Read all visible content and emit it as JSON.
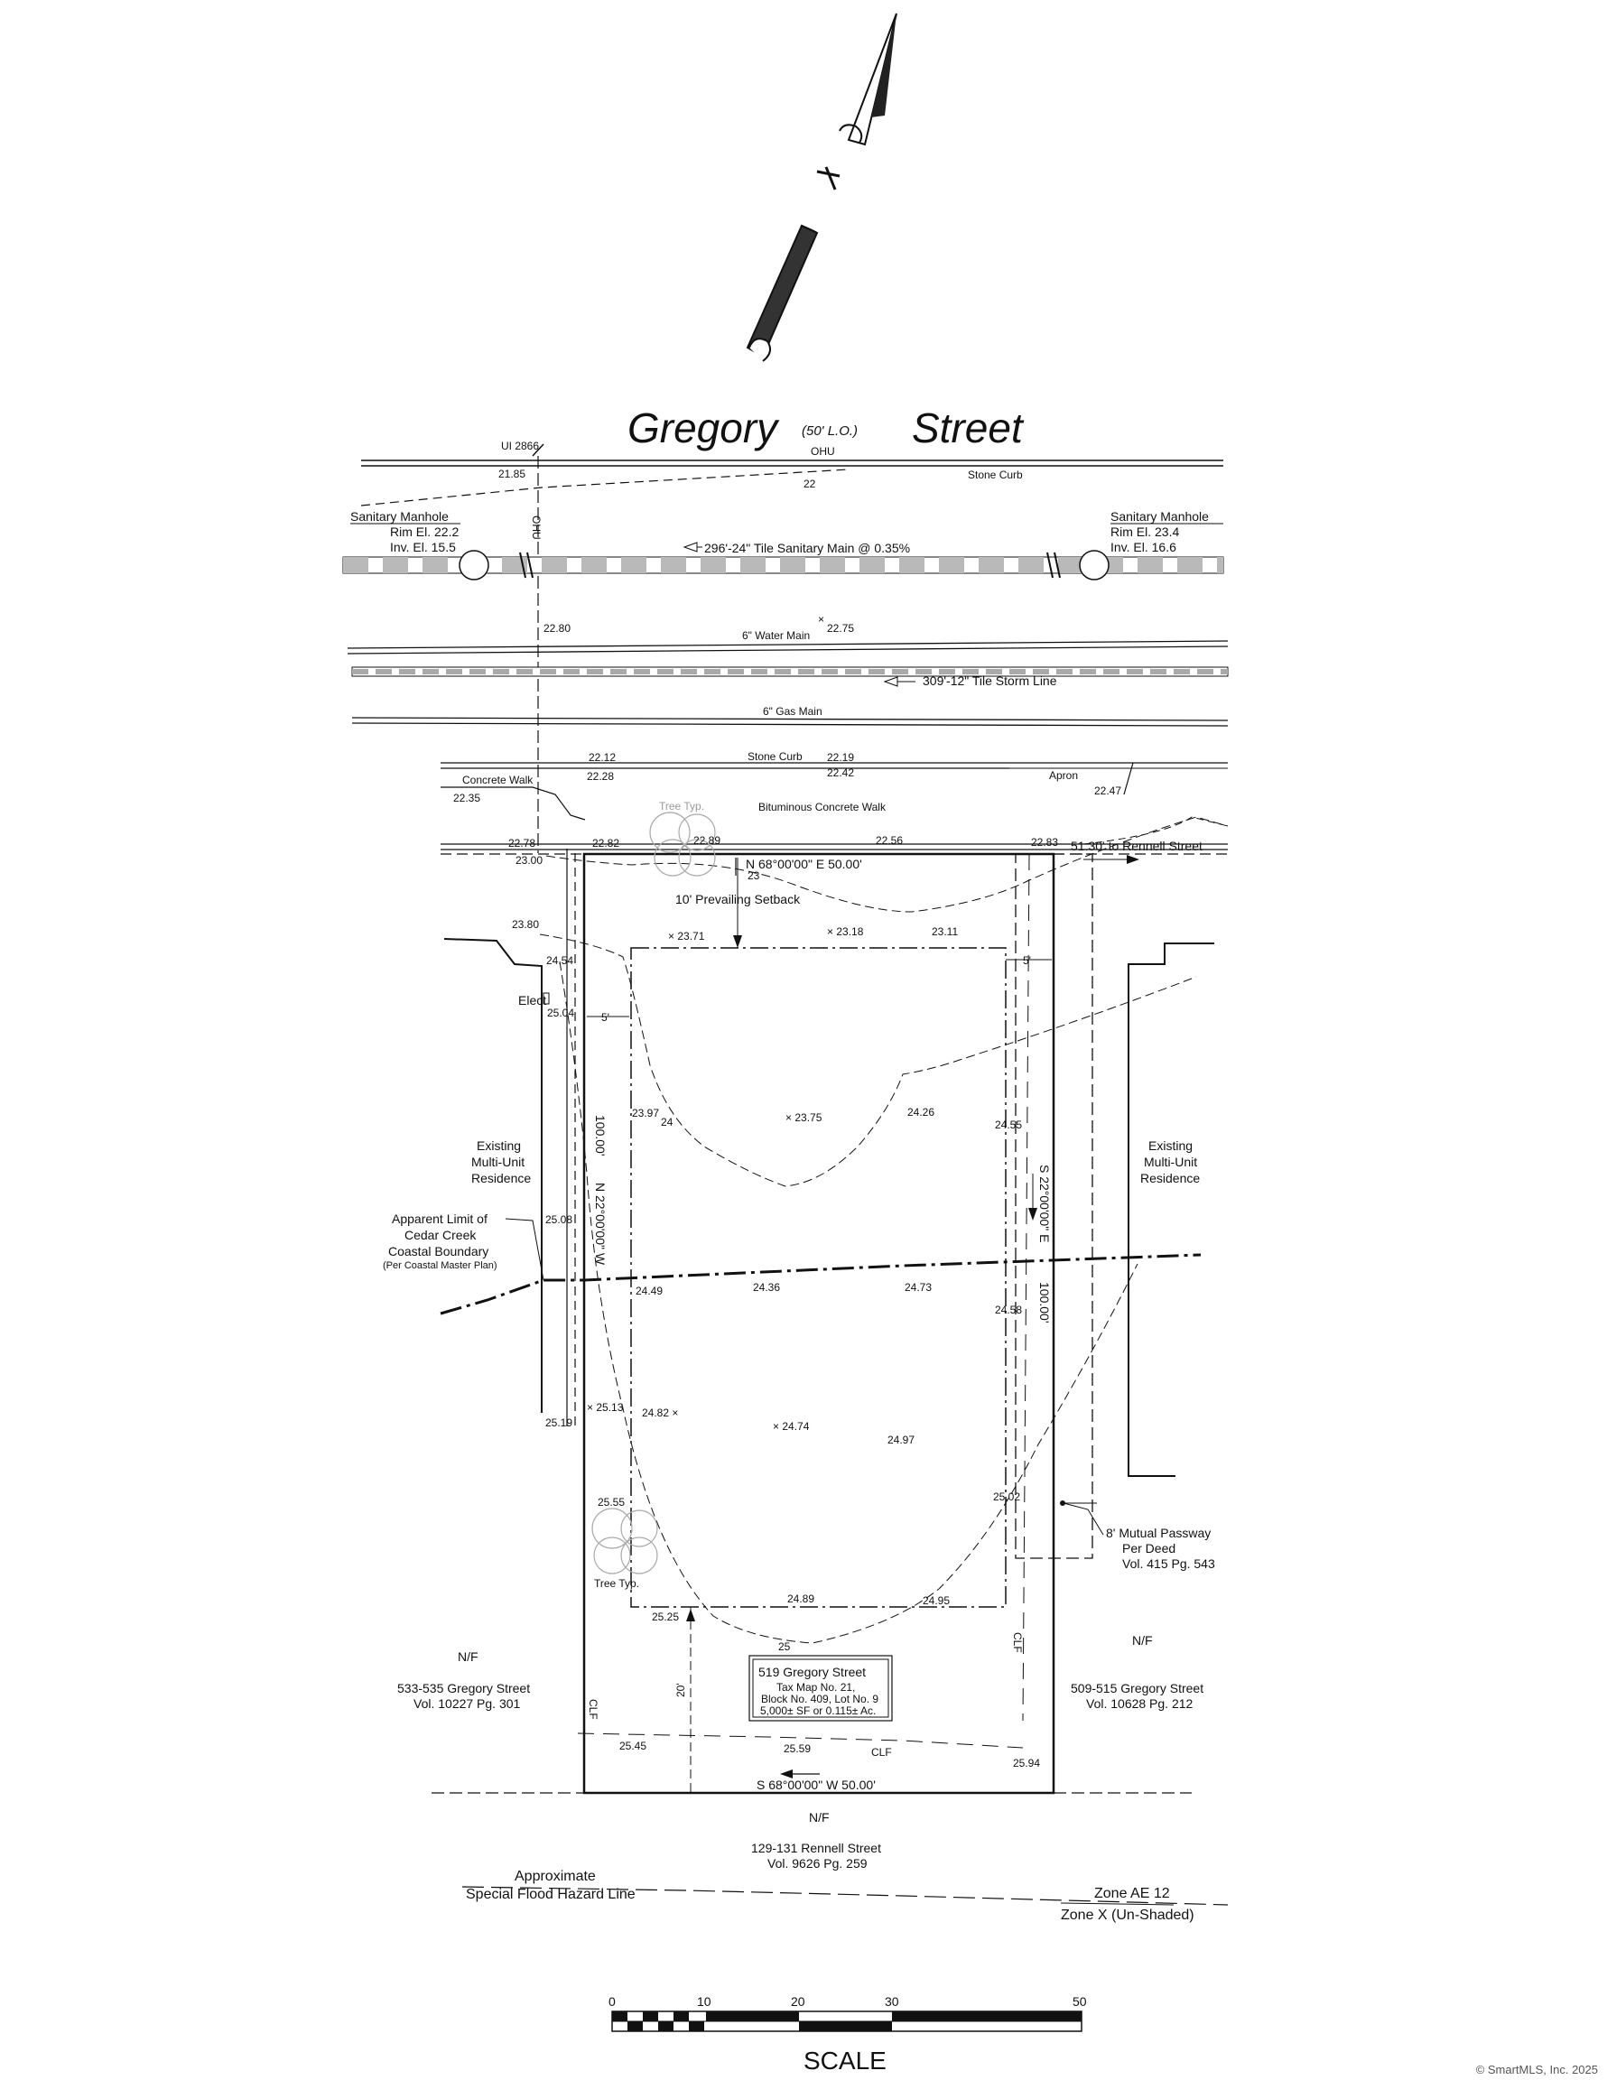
{
  "street": {
    "name_left": "Gregory",
    "width": "(50' L.O.)",
    "name_right": "Street"
  },
  "utilities": {
    "pole": "UI 2866",
    "ohu": "OHU",
    "ohu_vertical": "OHU",
    "stone_curb_top": "Stone Curb",
    "contour_22": "22",
    "sanitary_left": {
      "title": "Sanitary Manhole",
      "rim": "Rim El. 22.2",
      "inv": "Inv. El. 15.5"
    },
    "sanitary_right": {
      "title": "Sanitary Manhole",
      "rim": "Rim El. 23.4",
      "inv": "Inv. El. 16.6"
    },
    "sanitary_main": "296'-24\" Tile Sanitary Main @ 0.35%",
    "water_main": "6\" Water Main",
    "storm_line": "309'-12\" Tile Storm Line",
    "gas_main": "6\" Gas Main",
    "stone_curb": "Stone Curb",
    "apron": "Apron",
    "concrete_walk": "Concrete Walk",
    "bituminous_walk": "Bituminous Concrete Walk"
  },
  "elevations": {
    "e2185": "21.85",
    "e2280": "22.80",
    "e2275": "22.75",
    "e2212": "22.12",
    "e2219": "22.19",
    "e2228": "22.28",
    "e2242": "22.42",
    "e2235": "22.35",
    "e2247": "22.47",
    "e2278": "22.78",
    "e2282": "22.82",
    "e2289": "22.89",
    "e2256": "22.56",
    "e2283": "22.83",
    "e2300": "23.00",
    "e2380": "23.80",
    "e2454": "24.54",
    "e2504": "25.04",
    "e2371": "× 23.71",
    "e2318": "× 23.18",
    "e2311": "23.11",
    "e2397": "23.97",
    "e2375": "× 23.75",
    "e2426": "24.26",
    "e2455": "24.55",
    "e2508": "25.08",
    "e2449": "24.49",
    "e2436": "24.36",
    "e2473": "24.73",
    "e2458": "24.58",
    "e2513": "× 25.13",
    "e2519": "25.19",
    "e2482": "24.82 ×",
    "e2474": "× 24.74",
    "e2497": "24.97",
    "e2502": "25.02",
    "e2555": "25.55",
    "e2489": "24.89",
    "e2495": "24.95",
    "e2525": "25.25",
    "e2545": "25.45",
    "e2559": "25.59",
    "e2594": "25.94"
  },
  "contours": {
    "c23": "23",
    "c24": "24",
    "c25": "25"
  },
  "lot": {
    "north_bearing": "N 68°00'00\" E  50.00'",
    "south_bearing": "S 68°00'00\" W  50.00'",
    "west_bearing": "N 22°00'00\" W",
    "west_length": "100.00'",
    "east_bearing": "S 22°00'00\" E",
    "east_length": "100.00'",
    "to_rennell": "51.30' to Rennell Street",
    "prevailing_setback": "10' Prevailing Setback",
    "setback_5_left": "5'",
    "setback_5_right": "5'",
    "setback_20": "20'",
    "elect": "Elect",
    "tree_top": "Tree Typ.",
    "tree_bottom": "Tree Typ.",
    "clf": "CLF"
  },
  "lot_box": {
    "address": "519 Gregory Street",
    "tax_map": "Tax Map No. 21,",
    "block": "Block No. 409, Lot No. 9",
    "area": "5,000± SF or 0.115± Ac."
  },
  "neighbors": {
    "left_residence": [
      "Existing",
      "Multi-Unit",
      "Residence"
    ],
    "right_residence": [
      "Existing",
      "Multi-Unit",
      "Residence"
    ],
    "nf": "N/F",
    "left_owner": [
      "533-535 Gregory Street",
      "Vol. 10227 Pg. 301"
    ],
    "right_owner": [
      "509-515 Gregory Street",
      "Vol. 10628 Pg. 212"
    ],
    "south_owner": [
      "129-131 Rennell Street",
      "Vol. 9626 Pg. 259"
    ]
  },
  "coastal": {
    "lines": [
      "Apparent Limit of",
      "Cedar Creek",
      "Coastal Boundary"
    ],
    "note": "(Per Coastal Master Plan)"
  },
  "passway": [
    "8' Mutual Passway",
    "Per Deed",
    "Vol. 415 Pg. 543"
  ],
  "flood": {
    "left": [
      "Approximate",
      "Special Flood Hazard Line"
    ],
    "zone_ae": "Zone AE 12",
    "zone_x": "Zone X (Un-Shaded)"
  },
  "scale": {
    "labels": [
      "0",
      "10",
      "20",
      "30",
      "50"
    ],
    "title": "SCALE"
  },
  "copyright": "© SmartMLS, Inc.  2025"
}
